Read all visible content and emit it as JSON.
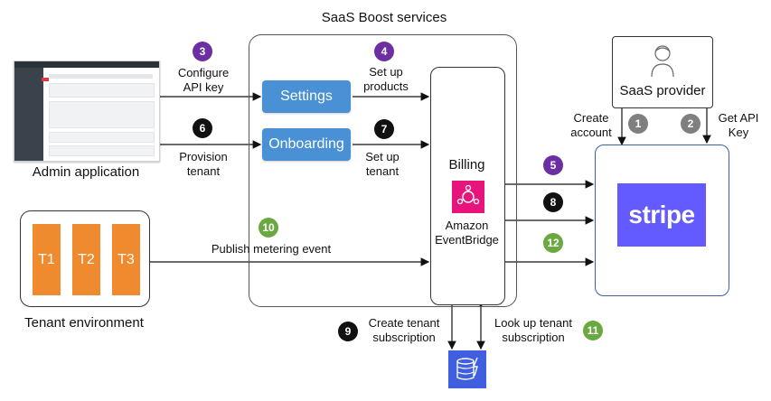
{
  "title": "SaaS Boost services",
  "admin": {
    "label": "Admin application"
  },
  "tenant_env": {
    "label": "Tenant environment",
    "tenants": [
      "T1",
      "T2",
      "T3"
    ]
  },
  "services": {
    "settings": "Settings",
    "onboarding": "Onboarding"
  },
  "billing": {
    "title": "Billing",
    "eventbridge_line1": "Amazon",
    "eventbridge_line2": "EventBridge"
  },
  "provider": {
    "label": "SaaS provider"
  },
  "stripe": {
    "label": "stripe"
  },
  "steps": {
    "s1": {
      "num": "1",
      "line1": "Create",
      "line2": "account"
    },
    "s2": {
      "num": "2",
      "line1": "Get API",
      "line2": "Key"
    },
    "s3": {
      "num": "3",
      "line1": "Configure",
      "line2": "API key"
    },
    "s4": {
      "num": "4",
      "line1": "Set up",
      "line2": "products"
    },
    "s5": {
      "num": "5"
    },
    "s6": {
      "num": "6",
      "line1": "Provision",
      "line2": "tenant"
    },
    "s7": {
      "num": "7",
      "line1": "Set up",
      "line2": "tenant"
    },
    "s8": {
      "num": "8"
    },
    "s9": {
      "num": "9",
      "line1": "Create tenant",
      "line2": "subscription"
    },
    "s10": {
      "num": "10",
      "line1": "Publish metering event"
    },
    "s11": {
      "num": "11",
      "line1": "Look up tenant",
      "line2": "subscription"
    },
    "s12": {
      "num": "12"
    }
  },
  "colors": {
    "purple": "#6b2fa3",
    "black": "#111111",
    "green": "#6aa842",
    "gray": "#7f7f7f",
    "blue": "#4a90d4",
    "orange": "#f08a2e",
    "stripe": "#635bff",
    "eventbridge": "#e7157b",
    "dynamodb": "#3f5fe0"
  }
}
